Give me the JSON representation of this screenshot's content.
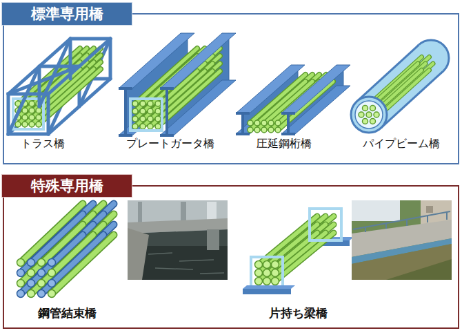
{
  "diagram": {
    "nodes": [
      {
        "text": [
          "標準専用橋"
        ]
      },
      {
        "text": [
          "特殊専用橋"
        ]
      }
    ],
    "labels": [
      "トラス橋",
      "プレートガータ橋",
      "圧延鋼桁橋",
      "パイプビーム橋",
      "鋼管結束橋",
      "片持ち梁橋"
    ]
  }
}
